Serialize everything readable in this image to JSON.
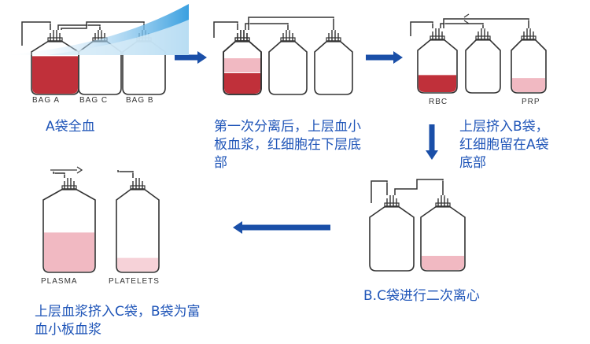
{
  "colors": {
    "caption": "#1f55b8",
    "arrow": "#1a4fa8",
    "rbc": "#c0303a",
    "rbc_light": "#cf4651",
    "prp": "#f1b9c2",
    "platelet": "#f6d2d8",
    "bag_outline": "#333333"
  },
  "steps": [
    {
      "caption": "A袋全血",
      "labels": [
        "BAG A",
        "BAG C",
        "BAG B"
      ]
    },
    {
      "caption": "第一次分离后，上层血小板血浆，红细胞在下层底部",
      "labels": []
    },
    {
      "caption": "上层挤入B袋，红细胞留在A袋底部",
      "labels": [
        "RBC",
        "PRP"
      ]
    },
    {
      "caption": "B.C袋进行二次离心",
      "labels": []
    },
    {
      "caption": "上层血浆挤入C袋，B袋为富血小板血浆",
      "labels": [
        "PLASMA",
        "PLATELETS"
      ]
    }
  ]
}
